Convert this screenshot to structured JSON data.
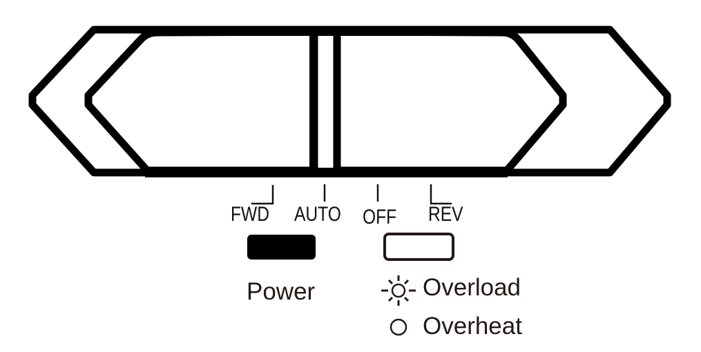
{
  "switch": {
    "name": "Direction rocker switch",
    "positions": [
      {
        "id": "fwd",
        "label": "FWD"
      },
      {
        "id": "auto",
        "label": "AUTO"
      },
      {
        "id": "off",
        "label": "OFF"
      },
      {
        "id": "rev",
        "label": "REV"
      }
    ]
  },
  "indicators": {
    "power": {
      "label": "Power",
      "state": "on",
      "color": "#000000"
    },
    "fault": {
      "state": "off",
      "color": "#231815"
    }
  },
  "legend": [
    {
      "icon": "sun-icon",
      "meaning": "blinking",
      "label": "Overload"
    },
    {
      "icon": "circle-icon",
      "meaning": "steady",
      "label": "Overheat"
    }
  ]
}
